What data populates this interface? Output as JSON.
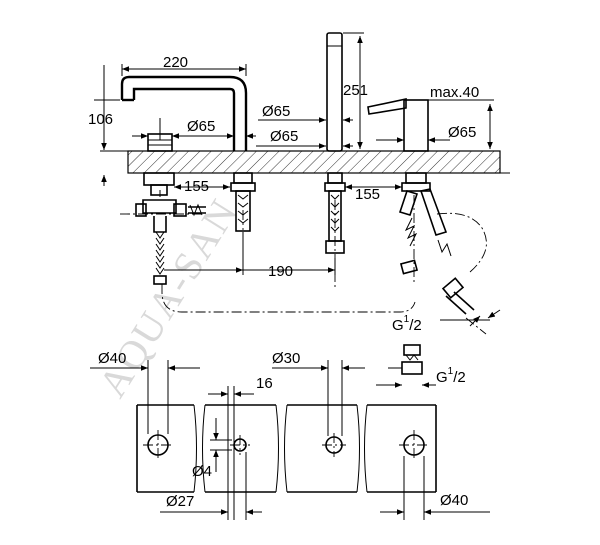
{
  "watermark": "AQUA-SAN",
  "top_view": {
    "d_220": "220",
    "d_106": "106",
    "d_65_left": "Ø65",
    "d_65_mid_top": "Ø65",
    "d_65_mid_bot": "Ø65",
    "d_251": "251",
    "d_max40": "max.40",
    "d_65_right": "Ø65",
    "d_155_left": "155",
    "d_155_right": "155",
    "d_190": "190",
    "g_half_top": "G",
    "g_half_top_sup": "1",
    "g_half_top_sub": "/2"
  },
  "bottom_view": {
    "d_40_left": "Ø40",
    "d_30": "Ø30",
    "d_16": "16",
    "d_4": "Ø4",
    "d_27": "Ø27",
    "d_40_right": "Ø40",
    "g_half_bot": "G",
    "g_half_bot_sup": "1",
    "g_half_bot_sub": "/2"
  }
}
